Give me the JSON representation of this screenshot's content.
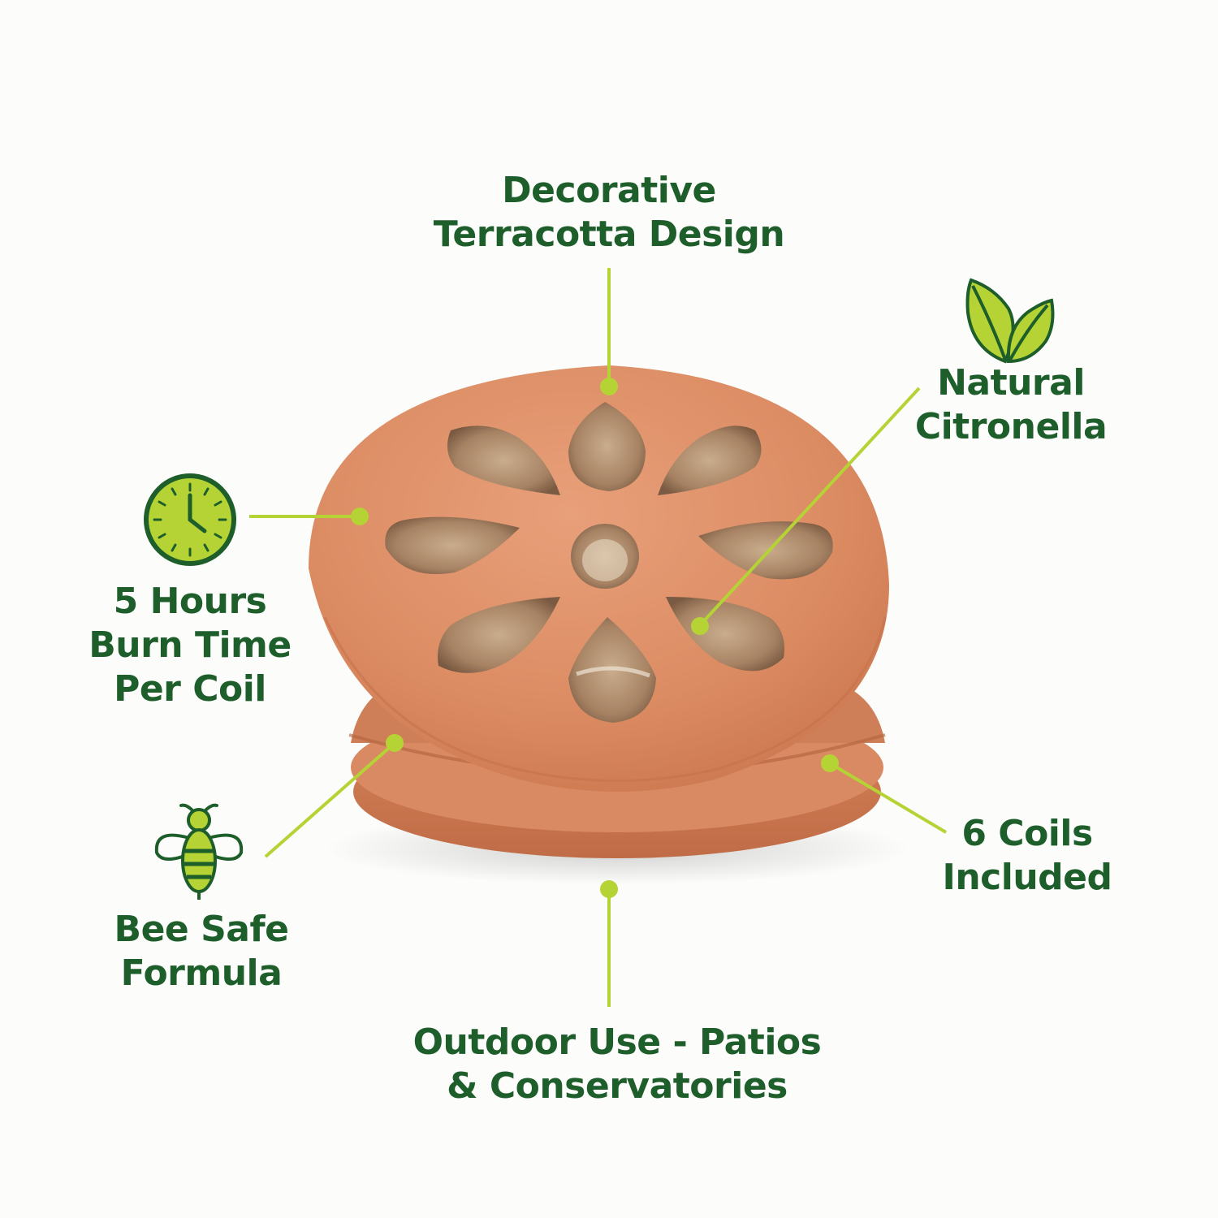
{
  "features": {
    "design": {
      "line1": "Decorative",
      "line2": "Terracotta Design"
    },
    "citronella": {
      "line1": "Natural",
      "line2": "Citronella"
    },
    "burn_time": {
      "line1": "5 Hours",
      "line2": "Burn Time",
      "line3": "Per Coil"
    },
    "bee_safe": {
      "line1": "Bee Safe",
      "line2": "Formula"
    },
    "coils": {
      "line1": "6 Coils",
      "line2": "Included"
    },
    "outdoor": {
      "line1": "Outdoor Use - Patios",
      "line2": "& Conservatories"
    }
  },
  "colors": {
    "text_green": "#1d5e2b",
    "accent_lime": "#b5d334",
    "terracotta": "#d98a63",
    "background": "#fcfcfb"
  },
  "icons": {
    "design": "none",
    "citronella": "leaf-icon",
    "burn_time": "clock-icon",
    "bee_safe": "bee-icon"
  }
}
